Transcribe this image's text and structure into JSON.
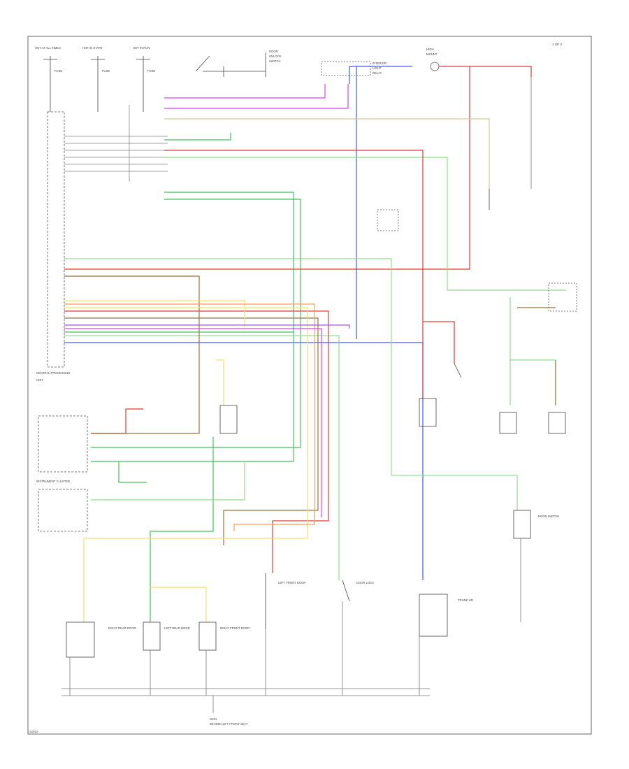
{
  "diagram": {
    "header_note": "1 OF 2",
    "footer_id": "S2022",
    "connector_main": "CENTRAL PROCESSING",
    "fuse_labels": [
      "HOT AT ALL TIMES",
      "HOT IN START",
      "HOT IN RUN"
    ],
    "ground_label": "G201",
    "ground_location": "BEHIND LEFT FRONT SEAT",
    "components": [
      "DOOR LOCK",
      "LEFT REAR DOOR",
      "RIGHT REAR DOOR",
      "LEFT FRONT DOOR",
      "RIGHT FRONT DOOR",
      "TRUNK LID",
      "HOOD SWITCH",
      "INSTRUMENT CLUSTER"
    ],
    "wire_colors": {
      "red": "#e53935",
      "pink": "#e040fb",
      "blue": "#3d5afe",
      "green": "#43c05a",
      "ltgreen": "#8fe08f",
      "yellow": "#f2e16b",
      "orange": "#f5a05a",
      "brown": "#a0703a",
      "purple": "#a25bd6",
      "tan": "#d8c79a"
    }
  }
}
